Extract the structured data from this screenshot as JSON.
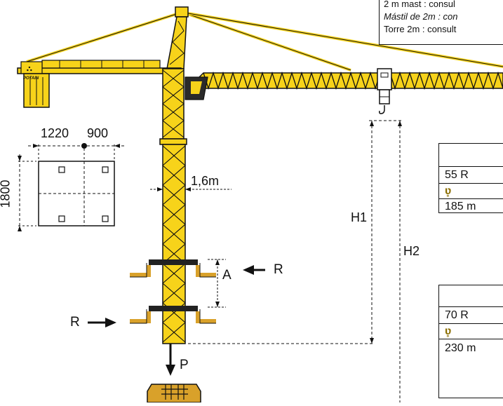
{
  "note": {
    "line1": "2 m mast : consul",
    "line2": "Mástil de 2m : con",
    "line3": "Torre 2m : consult"
  },
  "labels": {
    "base_width_a": "1220",
    "base_width_b": "900",
    "base_height": "1800",
    "mast_width": "1,6m",
    "h1": "H1",
    "h2": "H2",
    "a": "A",
    "r_right": "R",
    "r_left": "R",
    "p": "P",
    "brand": "POTAIN"
  },
  "table1": {
    "row1": "55 R",
    "row3": "185 m"
  },
  "table2": {
    "row1": "70 R",
    "row3": "230 m"
  },
  "colors": {
    "crane_yellow": "#f7d31a",
    "outline": "#111111",
    "base_ochre": "#d9a12a"
  }
}
